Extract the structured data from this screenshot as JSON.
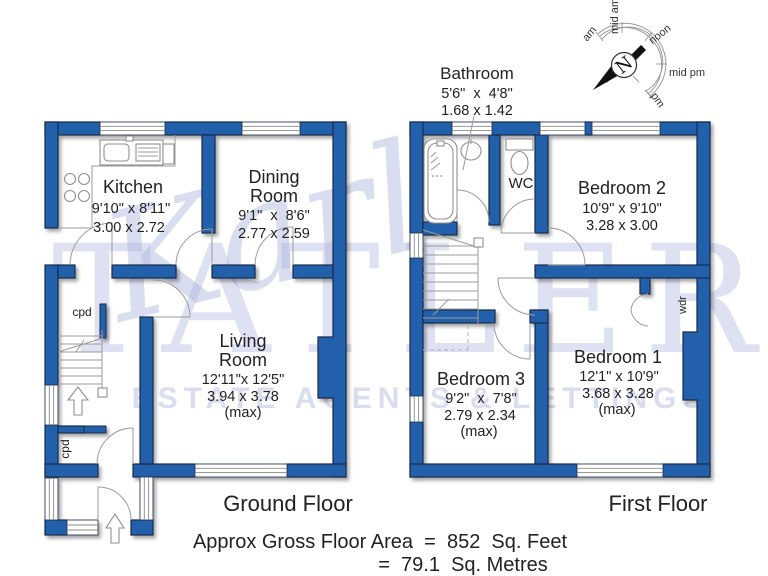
{
  "watermark": {
    "script": "Karl",
    "letters": "TATLER",
    "tagline": "ESTATE AGENTS & LETTINGS"
  },
  "compass": {
    "north": "N",
    "labels": [
      "am",
      "mid am",
      "noon",
      "mid pm",
      "pm"
    ]
  },
  "ground_floor": {
    "title": "Ground Floor",
    "kitchen": {
      "name": "Kitchen",
      "imperial": "9'10\" x 8'11\"",
      "metric": "3.00 x 2.72"
    },
    "dining": {
      "name1": "Dining",
      "name2": "Room",
      "imperial": "9'1\"  x  8'6\"",
      "metric": "2.77 x 2.59"
    },
    "living": {
      "name1": "Living",
      "name2": "Room",
      "imperial": "12'11\"x 12'5\"",
      "metric": "3.94 x 3.78",
      "max": "(max)"
    },
    "cupboard1": "cpd",
    "cupboard2": "cpd"
  },
  "first_floor": {
    "title": "First Floor",
    "bathroom": {
      "name": "Bathroom",
      "imperial": "5'6\"  x  4'8\"",
      "metric": "1.68 x 1.42"
    },
    "wc": "WC",
    "bedroom2": {
      "name": "Bedroom 2",
      "imperial": "10'9\" x 9'10\"",
      "metric": "3.28 x 3.00"
    },
    "bedroom3": {
      "name": "Bedroom 3",
      "imperial": "9'2\"  x  7'8\"",
      "metric": "2.79 x 2.34",
      "max": "(max)"
    },
    "bedroom1": {
      "name": "Bedroom 1",
      "imperial": "12'1\" x 10'9\"",
      "metric": "3.68 x 3.28",
      "max": "(max)"
    },
    "wardrobe": "wdr"
  },
  "footer": {
    "area_feet": "Approx Gross Floor Area  =  852  Sq. Feet",
    "area_metres": "=  79.1  Sq. Metres"
  }
}
